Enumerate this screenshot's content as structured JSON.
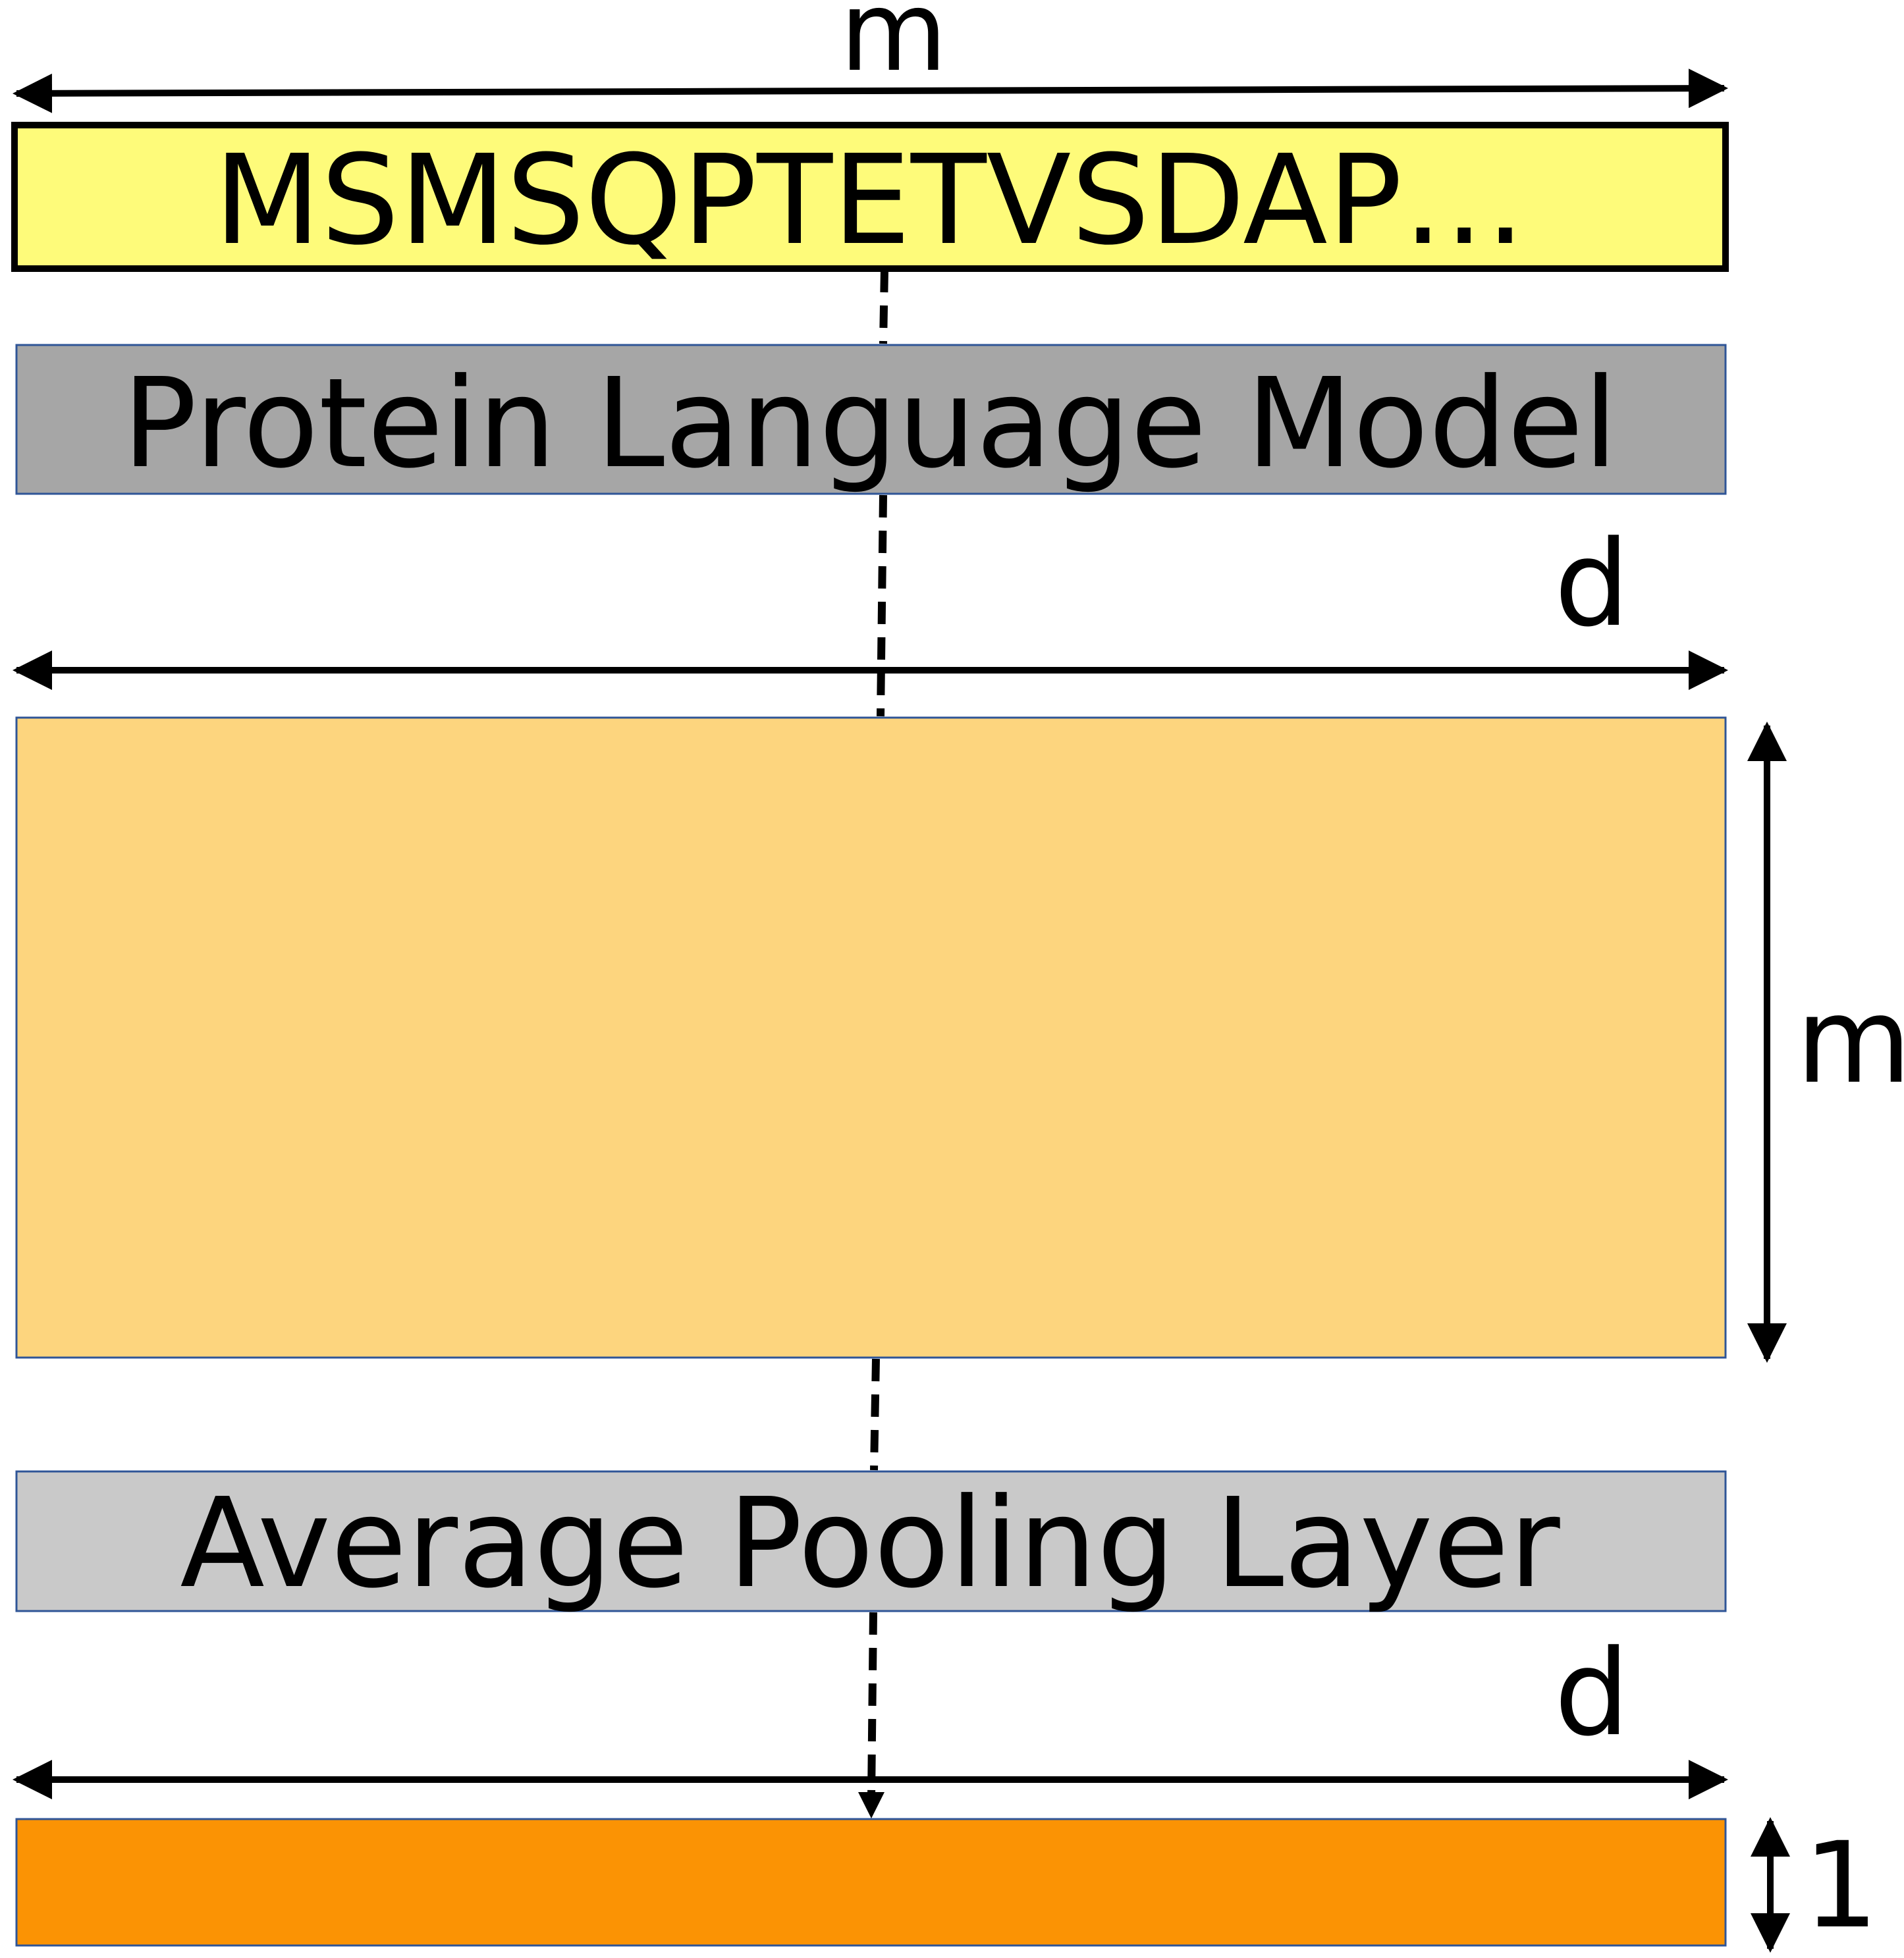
{
  "diagram": {
    "input_sequence": {
      "text": "MSMSQPTETVSDAP…",
      "fill": "#fefb7a",
      "border": "#000000"
    },
    "plm_block": {
      "label": "Protein Language Model",
      "fill": "#a6a6a6",
      "border": "#2f5597"
    },
    "embedding_matrix": {
      "fill": "#fdd57e",
      "border": "#2f5597"
    },
    "pooling_block": {
      "label": "Average Pooling Layer",
      "fill": "#c9c9c9",
      "border": "#2f5597"
    },
    "pooled_vector": {
      "fill": "#fb9304",
      "border": "#2f5597"
    },
    "dimensions": {
      "input_width": "m",
      "embedding_width": "d",
      "embedding_height": "m",
      "pooled_width": "d",
      "pooled_height": "1"
    }
  }
}
